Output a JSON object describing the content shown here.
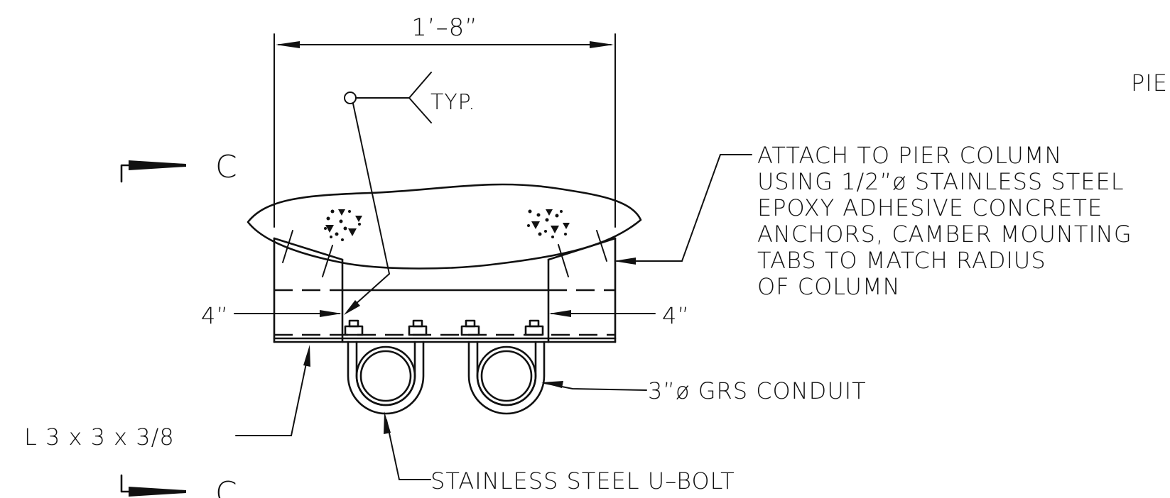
{
  "dimensions": {
    "overall_width": "1’–8”",
    "left_offset": "4”",
    "right_offset": "4”"
  },
  "labels": {
    "weld_note": "TYP.",
    "pier_heading": "PIER",
    "section_marker_top": "C",
    "section_marker_bottom": "C",
    "attach_note_lines": [
      "ATTACH TO PIER COLUMN",
      "USING 1/2”ø STAINLESS STEEL",
      "EPOXY ADHESIVE CONCRETE",
      "ANCHORS, CAMBER MOUNTING",
      "TABS TO MATCH RADIUS",
      "OF COLUMN"
    ],
    "conduit_note": "3”ø GRS CONDUIT",
    "angle_note": "L 3 x 3 x 3/8",
    "ubolt_note": "STAINLESS STEEL U–BOLT"
  }
}
